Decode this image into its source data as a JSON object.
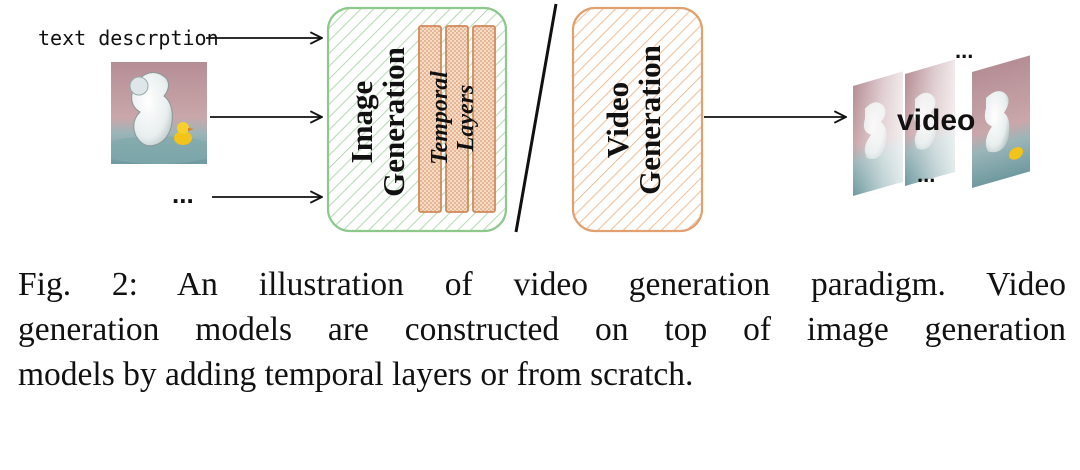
{
  "figure": {
    "inputs": {
      "text_label": "text descrption",
      "ellipsis": "..."
    },
    "image_generation": {
      "title_line1": "Image",
      "title_line2": "Generation",
      "temporal_line1": "Temporal",
      "temporal_line2": "Layers",
      "fill_color": "#8cc98a"
    },
    "video_generation": {
      "title_line1": "Video",
      "title_line2": "Generation",
      "fill_color": "#e0a070"
    },
    "output": {
      "label": "video",
      "ellipsis_top": "...",
      "ellipsis_bottom": "..."
    }
  },
  "caption": {
    "line1": "Fig. 2: An illustration of video generation paradigm. Video",
    "line2": "generation models are constructed on top of image generation",
    "line3": "models by adding temporal layers or from scratch."
  }
}
